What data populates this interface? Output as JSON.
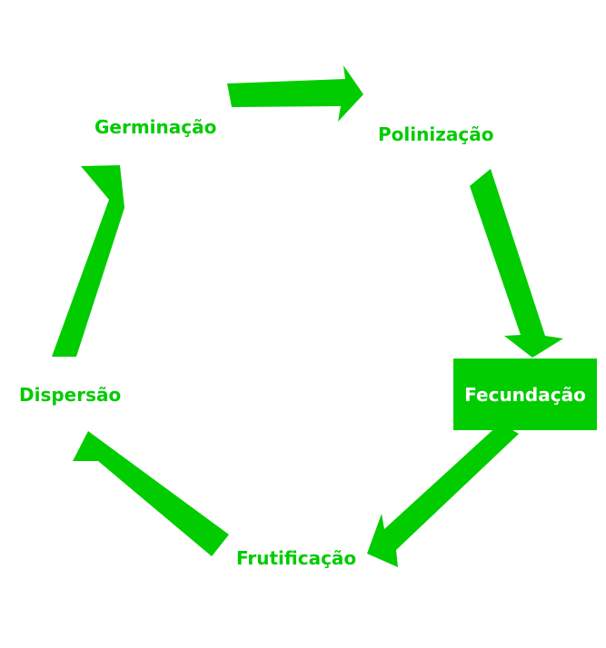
{
  "colors": {
    "accent": "#00cc00",
    "highlight_text": "#ffffff",
    "background": "#ffffff"
  },
  "diagram": {
    "type": "cycle",
    "highlighted_stage": "fecundacao",
    "stages": [
      {
        "id": "germinacao",
        "label": "Germinação"
      },
      {
        "id": "polinizacao",
        "label": "Polinização"
      },
      {
        "id": "fecundacao",
        "label": "Fecundação"
      },
      {
        "id": "frutificacao",
        "label": "Frutificação"
      },
      {
        "id": "dispersao",
        "label": "Dispersão"
      }
    ],
    "arrows": [
      {
        "from": "germinacao",
        "to": "polinizacao"
      },
      {
        "from": "polinizacao",
        "to": "fecundacao"
      },
      {
        "from": "fecundacao",
        "to": "frutificacao"
      },
      {
        "from": "frutificacao",
        "to": "dispersao"
      },
      {
        "from": "dispersao",
        "to": "germinacao"
      }
    ]
  }
}
